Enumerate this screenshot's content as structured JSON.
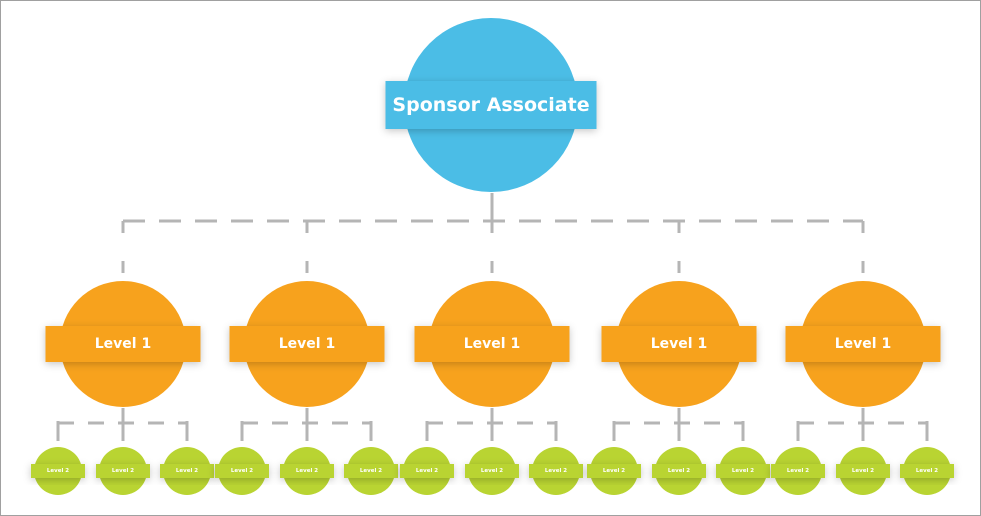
{
  "root": {
    "label": "Sponsor Associate",
    "color": "#4bbde6"
  },
  "level1": {
    "color": "#f7a21d",
    "labels": [
      "Level 1",
      "Level 1",
      "Level 1",
      "Level 1",
      "Level 1"
    ]
  },
  "level2": {
    "color": "#b9d432",
    "labels": [
      "Level 2",
      "Level 2",
      "Level 2",
      "Level 2",
      "Level 2",
      "Level 2",
      "Level 2",
      "Level 2",
      "Level 2",
      "Level 2",
      "Level 2",
      "Level 2",
      "Level 2",
      "Level 2",
      "Level 2"
    ]
  },
  "connector_color": "#b5b5b5"
}
